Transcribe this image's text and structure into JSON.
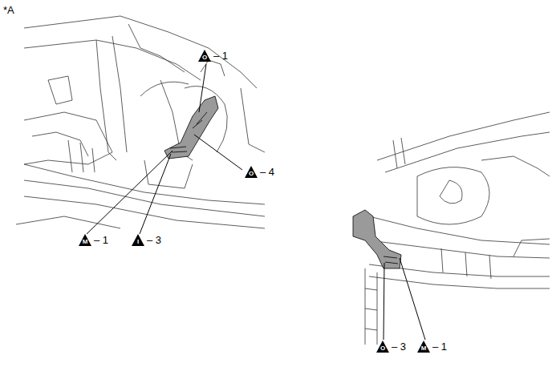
{
  "diagram": {
    "labels": [
      "*A",
      "O",
      "– 1",
      "O",
      "– 4",
      "M",
      "– 1",
      "I",
      "– 3",
      "O",
      "– 3",
      "M",
      "– 1"
    ]
  }
}
